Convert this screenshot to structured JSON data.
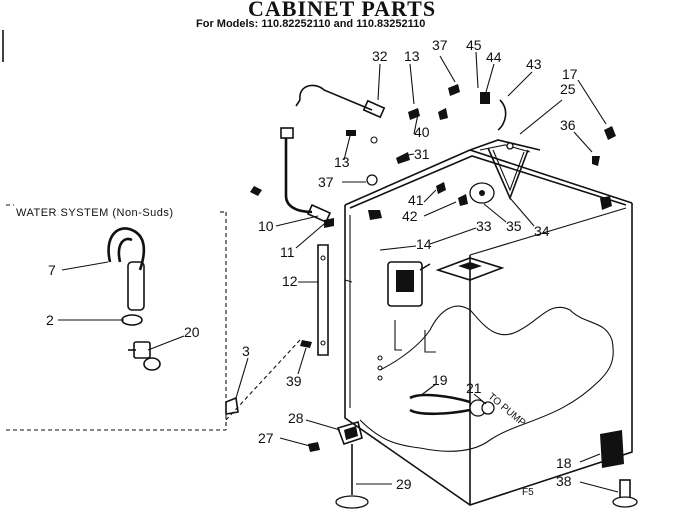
{
  "title": "CABINET PARTS",
  "subtitle": "For Models: 110.82252110 and 110.83252110",
  "water_system_label": "WATER SYSTEM (Non-Suds)",
  "pump_note": "TO PUMP",
  "figure_code": "F5",
  "callouts": {
    "c32": "32",
    "c13a": "13",
    "c37a": "37",
    "c45": "45",
    "c44": "44",
    "c43": "43",
    "c17": "17",
    "c25": "25",
    "c36": "36",
    "c40": "40",
    "c31": "31",
    "c13b": "13",
    "c37b": "37",
    "c41": "41",
    "c42": "42",
    "c35": "35",
    "c34": "34",
    "c33": "33",
    "c14": "14",
    "c10": "10",
    "c11": "11",
    "c12": "12",
    "c7": "7",
    "c2": "2",
    "c20": "20",
    "c3": "3",
    "c39": "39",
    "c19": "19",
    "c21": "21",
    "c28": "28",
    "c27": "27",
    "c29": "29",
    "c18": "18",
    "c38": "38"
  }
}
